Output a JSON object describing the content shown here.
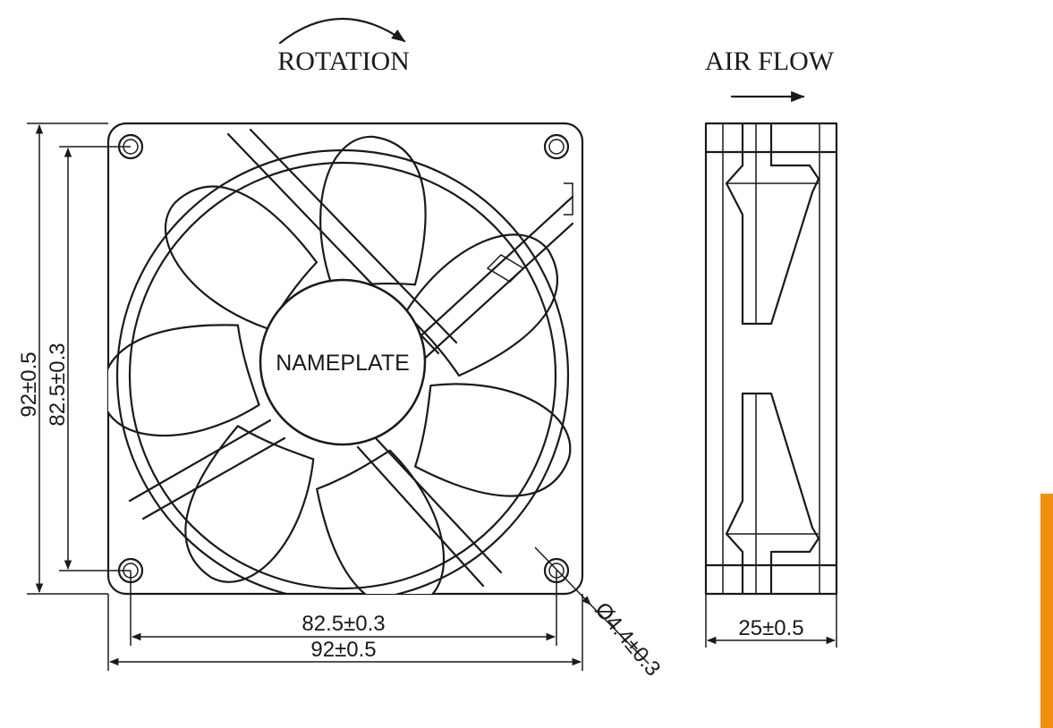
{
  "labels": {
    "rotation": "ROTATION",
    "air_flow": "AIR FLOW",
    "nameplate": "NAMEPLATE"
  },
  "dimensions": {
    "height_outer": "92±0.5",
    "height_hole": "82.5±0.3",
    "width_hole": "82.5±0.3",
    "width_outer": "92±0.5",
    "hole_dia": "Ø4.4±0.3",
    "depth": "25±0.5"
  },
  "colors": {
    "line": "#1a1a1a",
    "accent_bar": "#f0900f"
  }
}
